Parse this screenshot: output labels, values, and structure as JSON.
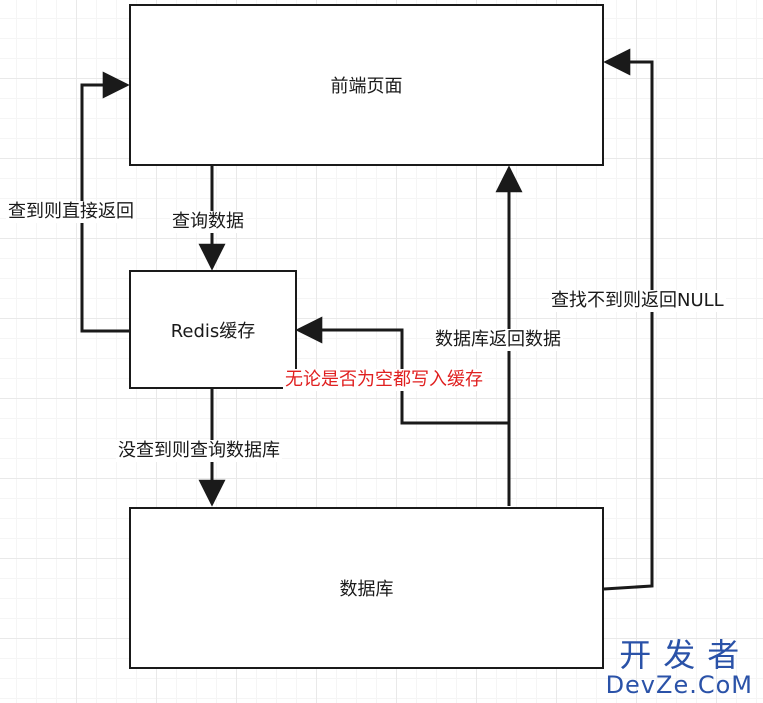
{
  "nodes": {
    "frontend": "前端页面",
    "redis": "Redis缓存",
    "database": "数据库"
  },
  "edges": {
    "query_data": "查询数据",
    "found_return": "查到则直接返回",
    "miss_query_db": "没查到则查询数据库",
    "db_return_data": "数据库返回数据",
    "write_cache_always": "无论是否为空都写入缓存",
    "not_found_return_null": "查找不到则返回NULL"
  },
  "watermark": {
    "cn": "开发者",
    "en": "DevZe.CoM"
  },
  "colors": {
    "stroke": "#1a1a1a",
    "highlight_text": "#e02020",
    "watermark": "#2a52a8"
  }
}
